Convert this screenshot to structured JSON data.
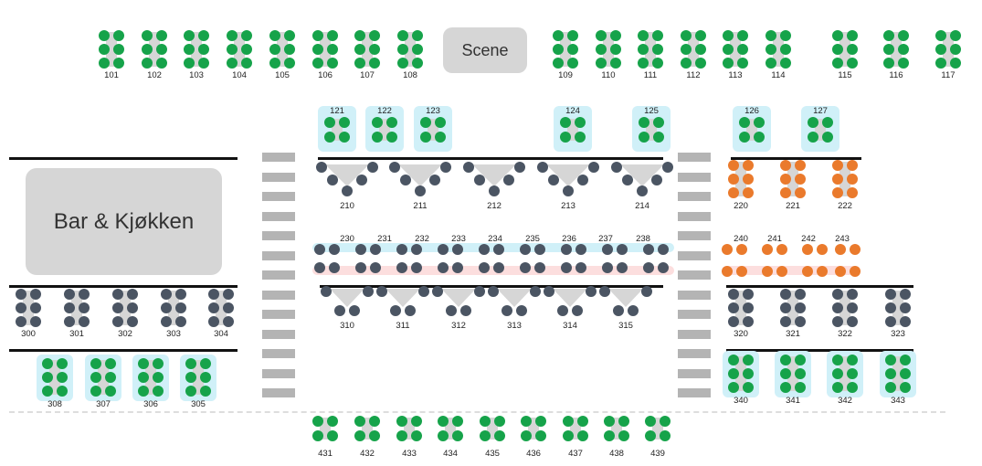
{
  "labels": {
    "bar": "Bar & Kjøkken",
    "scene": "Scene"
  },
  "colors": {
    "available": "#16a34a",
    "selected": "#ea7a2c",
    "occupied": "#4b5563",
    "table": "#d6d6d6",
    "highlight_blue": "#d0f0f8",
    "highlight_red": "#fcdede",
    "walkway": "#b4b4b4",
    "divider": "#111111"
  },
  "tables": {
    "row_100": [
      {
        "id": "101",
        "status": "available"
      },
      {
        "id": "102",
        "status": "available"
      },
      {
        "id": "103",
        "status": "available"
      },
      {
        "id": "104",
        "status": "available"
      },
      {
        "id": "105",
        "status": "available"
      },
      {
        "id": "106",
        "status": "available"
      },
      {
        "id": "107",
        "status": "available"
      },
      {
        "id": "108",
        "status": "available"
      },
      {
        "id": "109",
        "status": "available"
      },
      {
        "id": "110",
        "status": "available"
      },
      {
        "id": "111",
        "status": "available"
      },
      {
        "id": "112",
        "status": "available"
      },
      {
        "id": "113",
        "status": "available"
      },
      {
        "id": "114",
        "status": "available"
      },
      {
        "id": "115",
        "status": "available"
      },
      {
        "id": "116",
        "status": "available"
      },
      {
        "id": "117",
        "status": "available"
      }
    ],
    "row_120": [
      {
        "id": "121",
        "status": "available",
        "highlight": "blue"
      },
      {
        "id": "122",
        "status": "available",
        "highlight": "blue"
      },
      {
        "id": "123",
        "status": "available",
        "highlight": "blue"
      },
      {
        "id": "124",
        "status": "available",
        "highlight": "blue"
      },
      {
        "id": "125",
        "status": "available",
        "highlight": "blue"
      },
      {
        "id": "126",
        "status": "available",
        "highlight": "blue"
      },
      {
        "id": "127",
        "status": "available",
        "highlight": "blue"
      }
    ],
    "row_210": [
      {
        "id": "210",
        "status": "occupied"
      },
      {
        "id": "211",
        "status": "occupied"
      },
      {
        "id": "212",
        "status": "occupied"
      },
      {
        "id": "213",
        "status": "occupied"
      },
      {
        "id": "214",
        "status": "occupied"
      }
    ],
    "row_220": [
      {
        "id": "220",
        "status": "selected"
      },
      {
        "id": "221",
        "status": "selected"
      },
      {
        "id": "222",
        "status": "selected"
      }
    ],
    "row_230": [
      {
        "id": "230",
        "status": "occupied"
      },
      {
        "id": "231",
        "status": "occupied"
      },
      {
        "id": "232",
        "status": "occupied"
      },
      {
        "id": "233",
        "status": "occupied"
      },
      {
        "id": "234",
        "status": "occupied"
      },
      {
        "id": "235",
        "status": "occupied"
      },
      {
        "id": "236",
        "status": "occupied"
      },
      {
        "id": "237",
        "status": "occupied"
      },
      {
        "id": "238",
        "status": "occupied"
      }
    ],
    "row_240": [
      {
        "id": "240",
        "status": "selected"
      },
      {
        "id": "241",
        "status": "selected"
      },
      {
        "id": "242",
        "status": "selected"
      },
      {
        "id": "243",
        "status": "selected"
      }
    ],
    "row_310": [
      {
        "id": "310",
        "status": "occupied"
      },
      {
        "id": "311",
        "status": "occupied"
      },
      {
        "id": "312",
        "status": "occupied"
      },
      {
        "id": "313",
        "status": "occupied"
      },
      {
        "id": "314",
        "status": "occupied"
      },
      {
        "id": "315",
        "status": "occupied"
      }
    ],
    "row_300": [
      {
        "id": "300",
        "status": "occupied"
      },
      {
        "id": "301",
        "status": "occupied"
      },
      {
        "id": "302",
        "status": "occupied"
      },
      {
        "id": "303",
        "status": "occupied"
      },
      {
        "id": "304",
        "status": "occupied"
      }
    ],
    "row_305": [
      {
        "id": "308",
        "status": "available",
        "highlight": "blue"
      },
      {
        "id": "307",
        "status": "available",
        "highlight": "blue"
      },
      {
        "id": "306",
        "status": "available",
        "highlight": "blue"
      },
      {
        "id": "305",
        "status": "available",
        "highlight": "blue"
      }
    ],
    "row_320": [
      {
        "id": "320",
        "status": "occupied"
      },
      {
        "id": "321",
        "status": "occupied"
      },
      {
        "id": "322",
        "status": "occupied"
      },
      {
        "id": "323",
        "status": "occupied"
      }
    ],
    "row_340": [
      {
        "id": "340",
        "status": "available",
        "highlight": "blue"
      },
      {
        "id": "341",
        "status": "available",
        "highlight": "blue"
      },
      {
        "id": "342",
        "status": "available",
        "highlight": "blue"
      },
      {
        "id": "343",
        "status": "available",
        "highlight": "blue"
      }
    ],
    "row_430": [
      {
        "id": "431",
        "status": "available"
      },
      {
        "id": "432",
        "status": "available"
      },
      {
        "id": "433",
        "status": "available"
      },
      {
        "id": "434",
        "status": "available"
      },
      {
        "id": "435",
        "status": "available"
      },
      {
        "id": "436",
        "status": "available"
      },
      {
        "id": "437",
        "status": "available"
      },
      {
        "id": "438",
        "status": "available"
      },
      {
        "id": "439",
        "status": "available"
      }
    ]
  }
}
